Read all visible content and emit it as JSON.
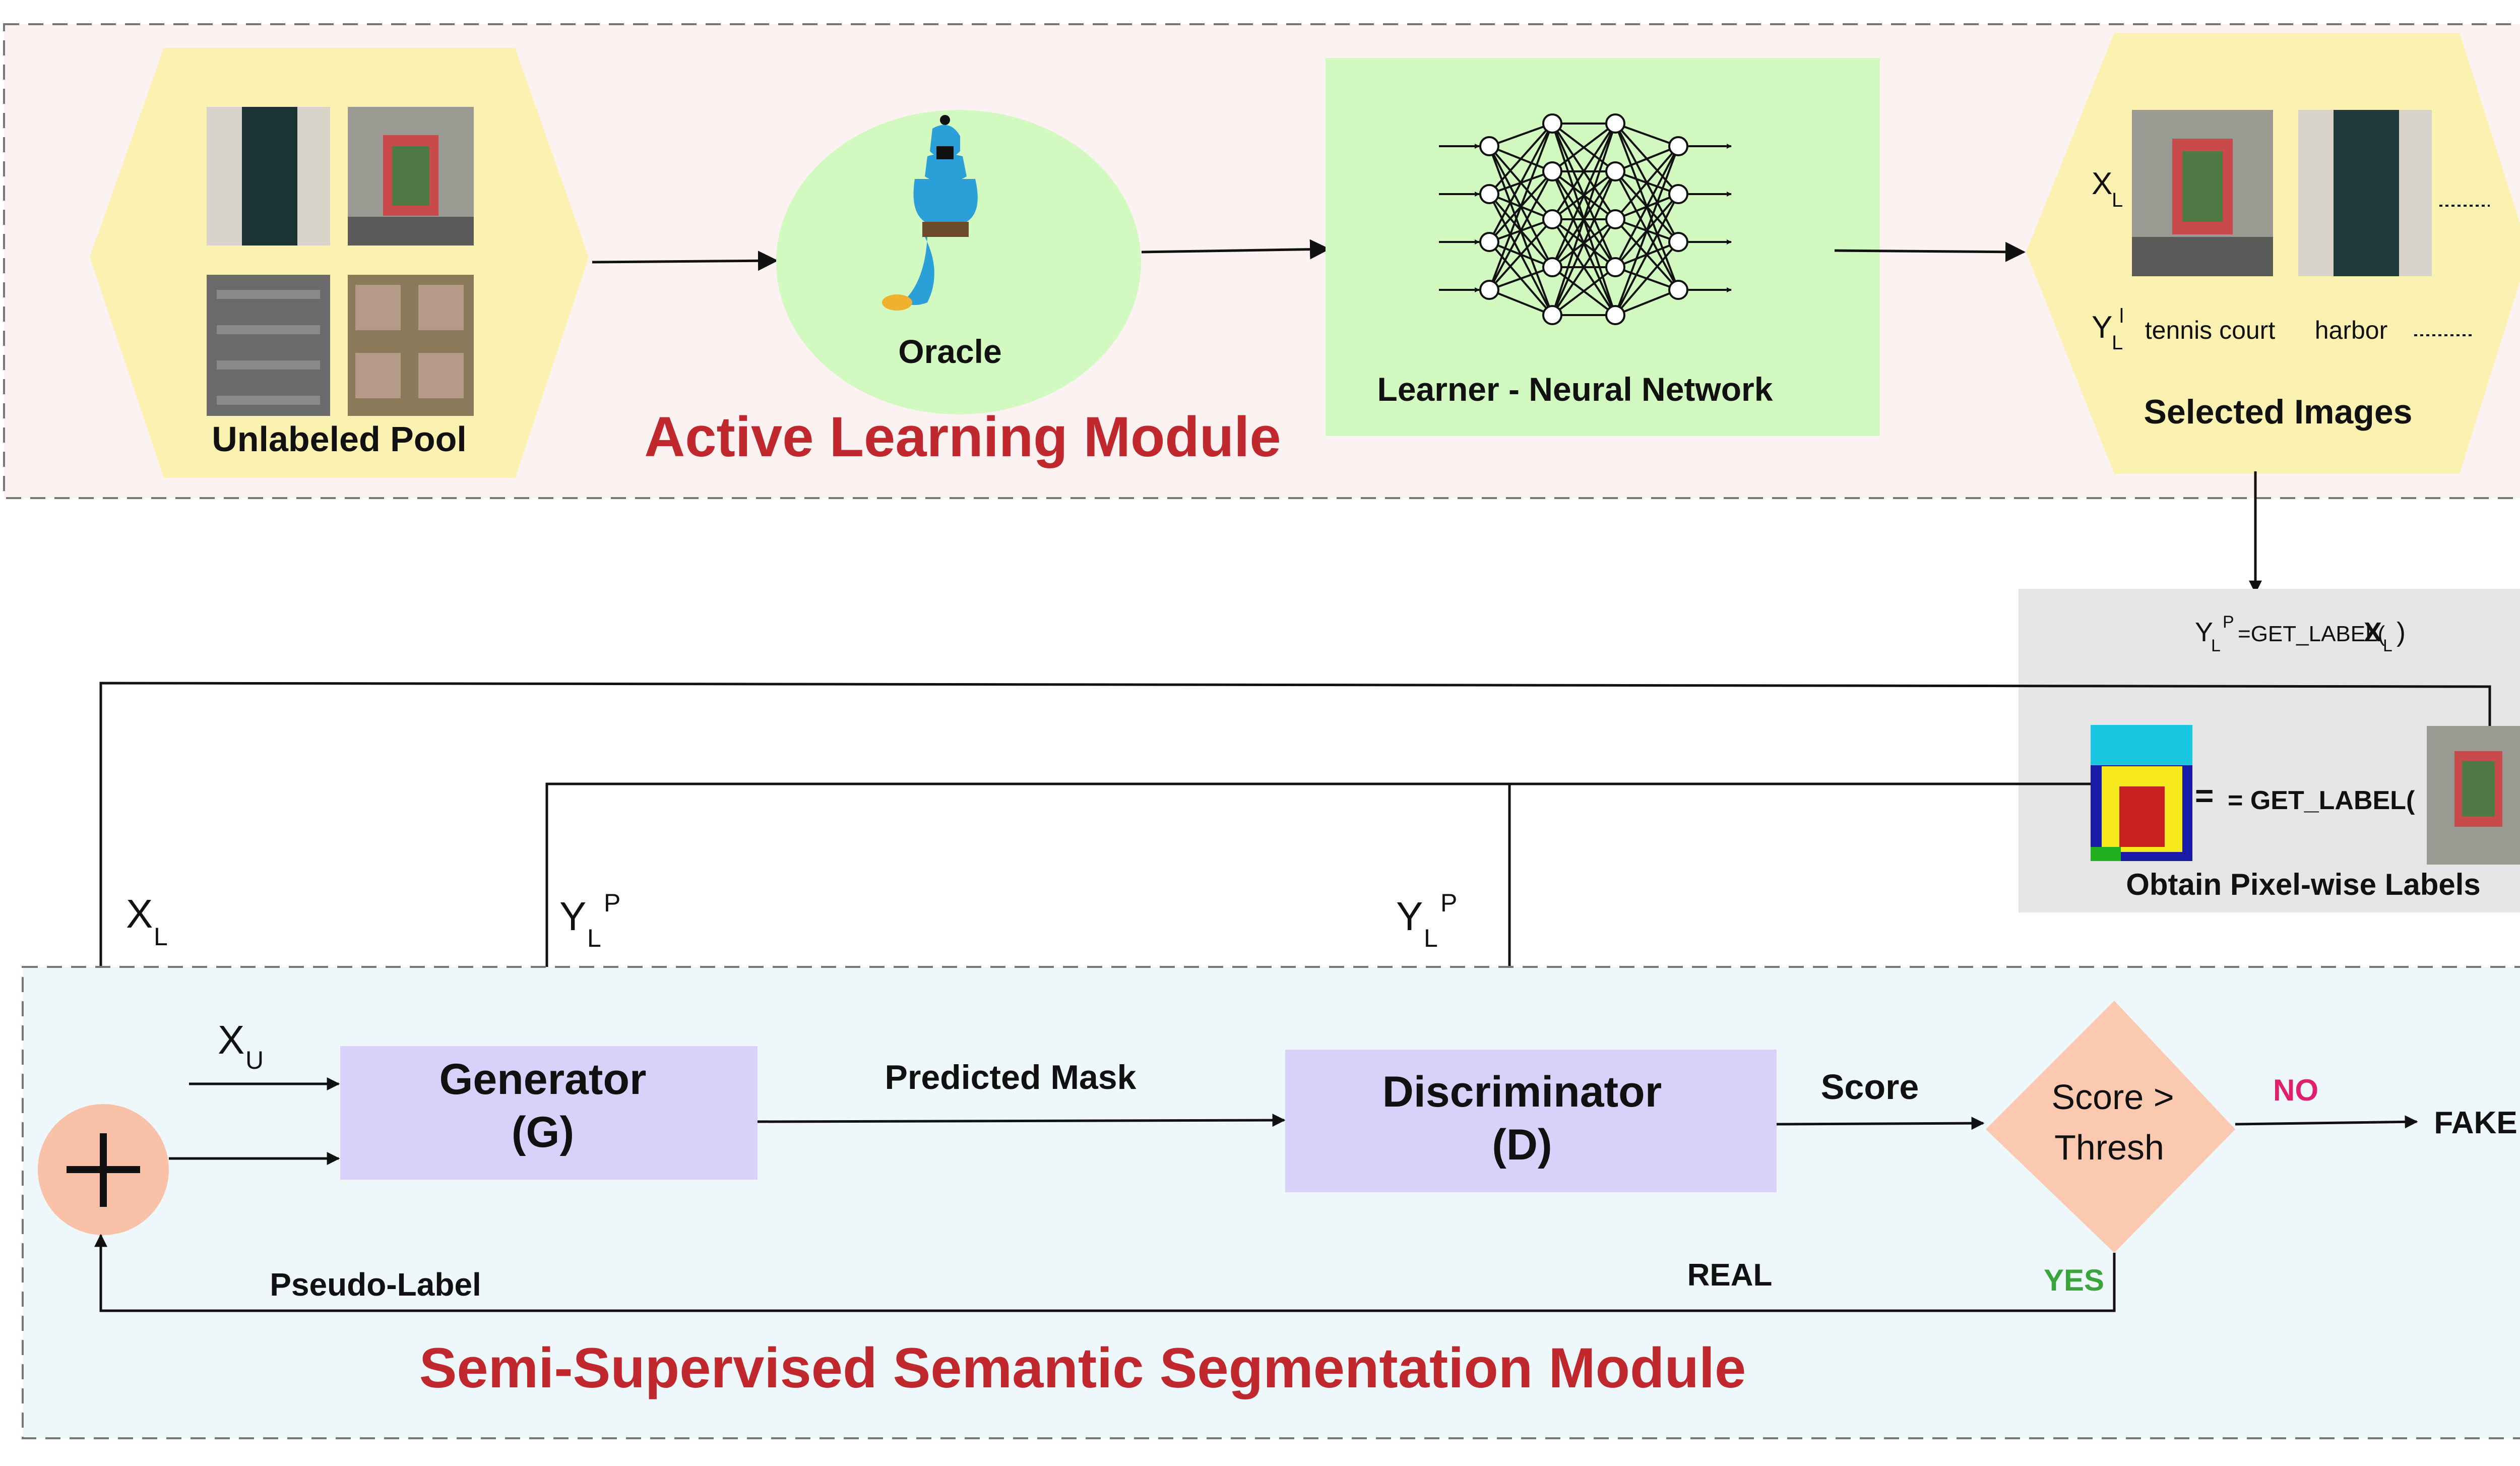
{
  "active_learning": {
    "title": "Active Learning Module",
    "unlabeled_pool": "Unlabeled Pool",
    "oracle": "Oracle",
    "learner": "Learner - Neural Network",
    "selected_images": {
      "title": "Selected Images",
      "x_label": "X",
      "x_sub": "L",
      "y_label": "Y",
      "y_sub": "L",
      "y_sup": "l",
      "class_1": "tennis court",
      "class_2": "harbor"
    }
  },
  "pixel_labels": {
    "formula_y": "Y",
    "formula_y_sub": "L",
    "formula_y_sup": "P",
    "formula_rhs": "=GET_LABEL(",
    "formula_x": "X",
    "formula_x_sub": "L",
    "formula_close": ")",
    "eq_text": "= GET_LABEL(",
    "eq_close": ")",
    "title": "Obtain Pixel-wise Labels"
  },
  "ssl": {
    "title": "Semi-Supervised Semantic Segmentation Module",
    "xl": "X",
    "xl_sub": "L",
    "xu": "X",
    "xu_sub": "U",
    "yp1": "Y",
    "yp1_sub": "L",
    "yp1_sup": "P",
    "yp2": "Y",
    "yp2_sub": "L",
    "yp2_sup": "P",
    "generator_line1": "Generator",
    "generator_line2": "(G)",
    "predicted_mask": "Predicted Mask",
    "discriminator_line1": "Discriminator",
    "discriminator_line2": "(D)",
    "score": "Score",
    "decision_line1": "Score >",
    "decision_line2": "Thresh",
    "no": "NO",
    "yes": "YES",
    "fake": "FAKE",
    "real": "REAL",
    "pseudo_label": "Pseudo-Label"
  },
  "colors": {
    "title_red": "#c0282d",
    "no_pink": "#e0206e",
    "yes_green": "#3aa53a",
    "hexagon": "#fbf1b0",
    "oracle_ellipse": "#d2f9c0",
    "learner_box": "#d2f9c0",
    "gen_disc_box": "#d8d2fa",
    "diamond": "#fbc8b0",
    "plus_circle": "#f9c2a8",
    "top_panel": "#fdf2f2",
    "bottom_panel": "#eef8fb",
    "gray_panel": "#e6e6e6"
  },
  "icons": [
    "genie-icon",
    "neural-network-icon",
    "plus-icon"
  ]
}
